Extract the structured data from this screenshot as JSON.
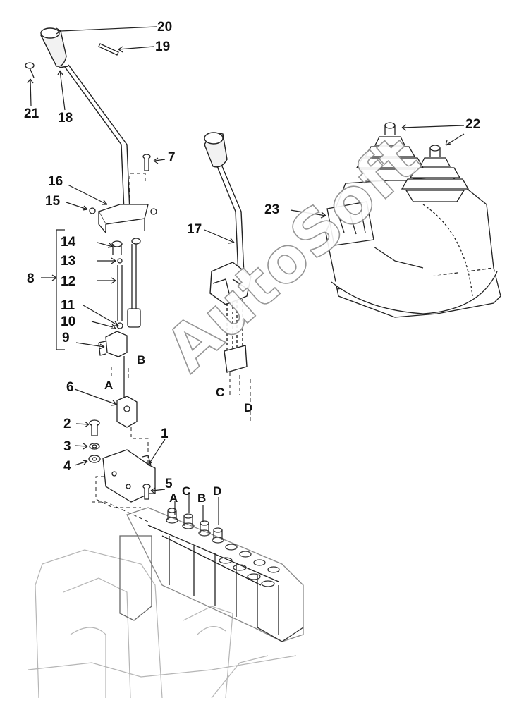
{
  "part_labels": {
    "p1": "1",
    "p2": "2",
    "p3": "3",
    "p4": "4",
    "p5": "5",
    "p6": "6",
    "p7": "7",
    "p8": "8",
    "p9": "9",
    "p10": "10",
    "p11": "11",
    "p12": "12",
    "p13": "13",
    "p14": "14",
    "p15": "15",
    "p16": "16",
    "p17": "17",
    "p18": "18",
    "p19": "19",
    "p20": "20",
    "p21": "21",
    "p22": "22",
    "p23": "23"
  },
  "connection_labels": {
    "a_upper": "A",
    "b_upper": "B",
    "c_upper": "C",
    "d_upper": "D",
    "a_valve": "A",
    "c_valve": "C",
    "b_valve": "B",
    "d_valve": "D"
  },
  "watermark": "AutoSoft",
  "colors": {
    "line": "#222222",
    "faint": "#b5b5b5",
    "label": "#111111"
  }
}
